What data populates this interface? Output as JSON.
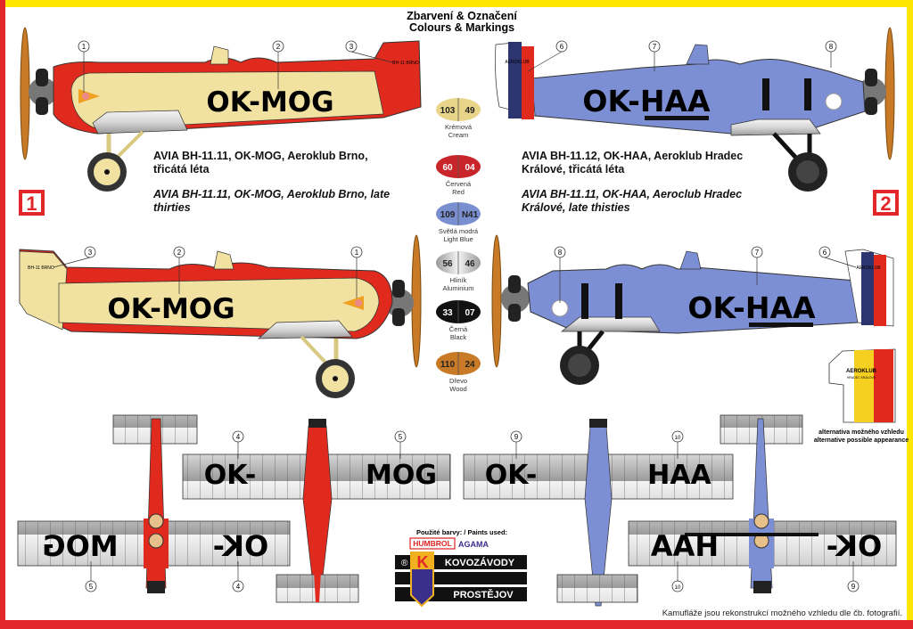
{
  "title": {
    "cz": "Zbarvení & Označení",
    "en": "Colours & Markings"
  },
  "schemes": [
    {
      "number": "1",
      "registration_prefix": "OK-",
      "registration_suffix": "MOG",
      "registration": "OK-MOG",
      "caption_cz": "AVIA BH-11.11, OK-MOG, Aeroklub Brno, třicátá léta",
      "caption_en": "AVIA BH-11.11, OK-MOG, Aeroklub Brno, late thirties",
      "tail_text": "BH-11 BRNO"
    },
    {
      "number": "2",
      "registration_prefix": "OK-",
      "registration_suffix": "HAA",
      "registration": "OK-HAA",
      "caption_cz": "AVIA BH-11.12, OK-HAA, Aeroklub Hradec Králové, třicátá léta",
      "caption_en": "AVIA BH-11.11, OK-HAA, Aeroclub Hradec Králové, late thisties",
      "tail_text": "AEROKLUB"
    }
  ],
  "callouts": [
    "1",
    "2",
    "3",
    "4",
    "5",
    "6",
    "7",
    "8",
    "9",
    "10"
  ],
  "paints": [
    {
      "humbrol": "103",
      "agama": "49",
      "cz": "Krémová",
      "en": "Cream",
      "color": "#e8d58a"
    },
    {
      "humbrol": "60",
      "agama": "04",
      "cz": "Červená",
      "en": "Red",
      "color": "#c8242a"
    },
    {
      "humbrol": "109",
      "agama": "N41",
      "cz": "Světlá modrá",
      "en": "Light Blue",
      "color": "#7a8fd0"
    },
    {
      "humbrol": "56",
      "agama": "46",
      "cz": "Hliník",
      "en": "Aluminium",
      "color": "#c8c8c8"
    },
    {
      "humbrol": "33",
      "agama": "07",
      "cz": "Černá",
      "en": "Black",
      "color": "#111111"
    },
    {
      "humbrol": "110",
      "agama": "24",
      "cz": "Dřevo",
      "en": "Wood",
      "color": "#c87a26"
    }
  ],
  "alternative": {
    "tail_text": "AEROKLUB",
    "tail_sub": "HRADEC KRÁLOVÉ",
    "cz": "alternativa možného vzhledu",
    "en": "alternative possible appearance"
  },
  "paints_used": {
    "label": "Použité barvy: / Paints used:",
    "brand1": "HUMBROL",
    "brand2": "AGAMA"
  },
  "logo": {
    "letter": "K",
    "line1": "KOVOZÁVODY",
    "line2": "PROSTĚJOV",
    "registered": "®"
  },
  "footer": "Kamufláže jsou rekonstrukcí možného vzhledu dle čb. fotografií.",
  "colors": {
    "cream": "#f2e2a2",
    "red": "#e02a1e",
    "blue": "#7d8fd4",
    "border_yellow": "#ffe600",
    "border_red": "#e3262a",
    "wood": "#c87a26",
    "dark_blue": "#2c3570"
  }
}
